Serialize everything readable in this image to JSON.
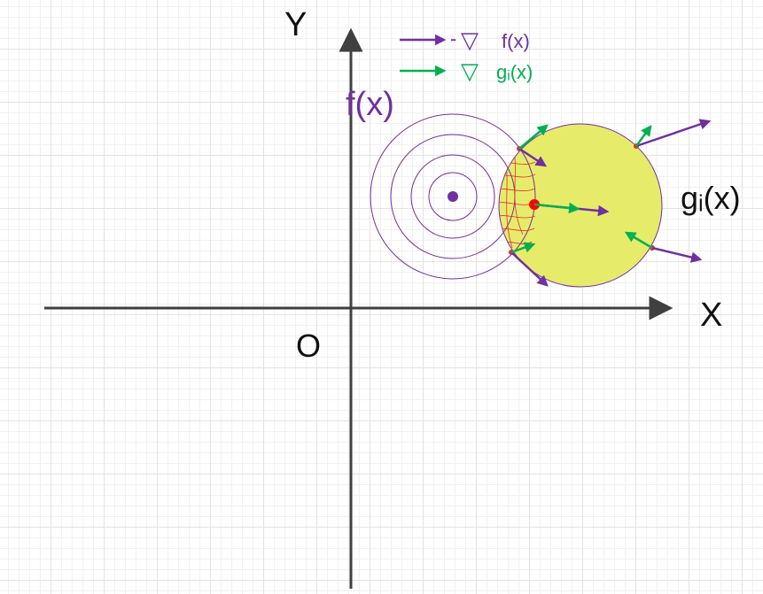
{
  "axes": {
    "y_label": "Y",
    "x_label": "X",
    "origin_label": "O"
  },
  "legend": {
    "items": [
      {
        "prefix": "-",
        "symbol": "▽",
        "text": "f(x)",
        "color": "#7030a0"
      },
      {
        "prefix": "",
        "symbol": "▽",
        "text": "gᵢ(x)",
        "color": "#00b050"
      }
    ]
  },
  "labels": {
    "f": "f(x)",
    "g": "gᵢ(x)"
  },
  "colors": {
    "axis": "#404040",
    "purple": "#7030a0",
    "green": "#00b050",
    "feasible_fill": "#e6ec6a",
    "contour": "#7030a0",
    "hatch": "#e03030",
    "point": "#ff0000"
  }
}
